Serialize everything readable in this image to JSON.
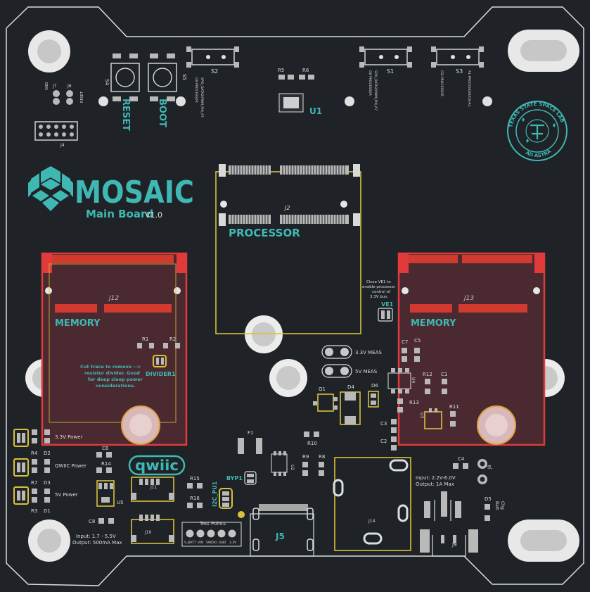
{
  "board": {
    "brand": "MOSAIC",
    "subtitle": "Main Board",
    "version": "V1.0",
    "lab_logo_top": "TEXAS STATE SPACE LAB",
    "lab_logo_bottom": "AD ASTRA",
    "qwiic_logo": "qwiic"
  },
  "sections": {
    "processor": "PROCESSOR",
    "memory_left": "MEMORY",
    "memory_right": "MEMORY",
    "test_points_title": "Test Points"
  },
  "buttons": {
    "reset": "RESET",
    "boot": "BOOT"
  },
  "switch_labels": {
    "s2_a": "G6-PROCESSOR",
    "s2_b": "SPI0_DATA2/PWM_PIN_A7",
    "s1_a": "G6-PROCESSOR",
    "s1_b": "SPI0_DATA2/PWM_PIN_A7",
    "s3_a": "CSI-PROCESSOR",
    "s3_b": "A1-PROCESSOR/CSI-A1"
  },
  "refs": {
    "S4": "S4",
    "S5": "S5",
    "S2": "S2",
    "S1": "S1",
    "S3": "S3",
    "R5": "R5",
    "R6": "R6",
    "U1": "U1",
    "J7": "J7",
    "J6": "J6",
    "J4": "J4",
    "J2": "J2",
    "J12": "J12",
    "J13": "J13",
    "R1": "R1",
    "R2": "R2",
    "DIVIDER1": "DIVIDER1",
    "VE1": "VE1",
    "C7": "C7",
    "C5": "C5",
    "R12": "R12",
    "C1": "C1",
    "R13": "R13",
    "R11": "R11",
    "C3": "C3",
    "C2": "C2",
    "U3": "U3",
    "U4": "U4",
    "Q1": "Q1",
    "D4": "D4",
    "D6": "D6",
    "F1": "F1",
    "R10": "R10",
    "R9": "R9",
    "R8": "R8",
    "U2": "U2",
    "BYP1": "BYP1",
    "I2C_PU1": "I2C_PU1",
    "R15": "R15",
    "R16": "R16",
    "J11": "J11",
    "J10": "J10",
    "U5": "U5",
    "C6": "C6",
    "C8": "C8",
    "R14": "R14",
    "R4": "R4",
    "D2": "D2",
    "R7": "R7",
    "D3": "D3",
    "R3": "R3",
    "D1": "D1",
    "J5": "J5",
    "J14": "J14",
    "C4": "C4",
    "J8": "J8",
    "D5": "D5",
    "J9": "J9"
  },
  "notes": {
    "ve1_note": [
      "Close VE1 to",
      "enable processor",
      "control of",
      "3.3V bus."
    ],
    "divider_note": [
      "Cut trace to remove -->",
      "resistor divider. Good",
      "for deep sleep power",
      "considerations."
    ],
    "meas_33": "3.3V MEAS",
    "meas_5": "5V MEAS",
    "led_33": "3.3V Power",
    "led_qwiic": "QWIIC Power",
    "led_5": "5V Power",
    "input_left": [
      "Input: 1.7 - 5.5V",
      "Output: 500mA Max"
    ],
    "input_right": [
      "Input: 2.2V-6.0V",
      "Output: 1A Max"
    ],
    "batt_chg": [
      "Batt",
      "Chg."
    ]
  },
  "header_pins": {
    "gnd": "GND",
    "reset": "RESET"
  },
  "test_points": [
    "V_BATT",
    "VIN",
    "SWDIO",
    "GND",
    "3.3V"
  ],
  "colors": {
    "board": "#1f2226",
    "silk_teal": "#3fb8b4",
    "memory_outline": "#e03a3a",
    "memory_fill": "#4a2a30",
    "connector_red": "#d23a30",
    "courtyard": "#d8c23a"
  }
}
